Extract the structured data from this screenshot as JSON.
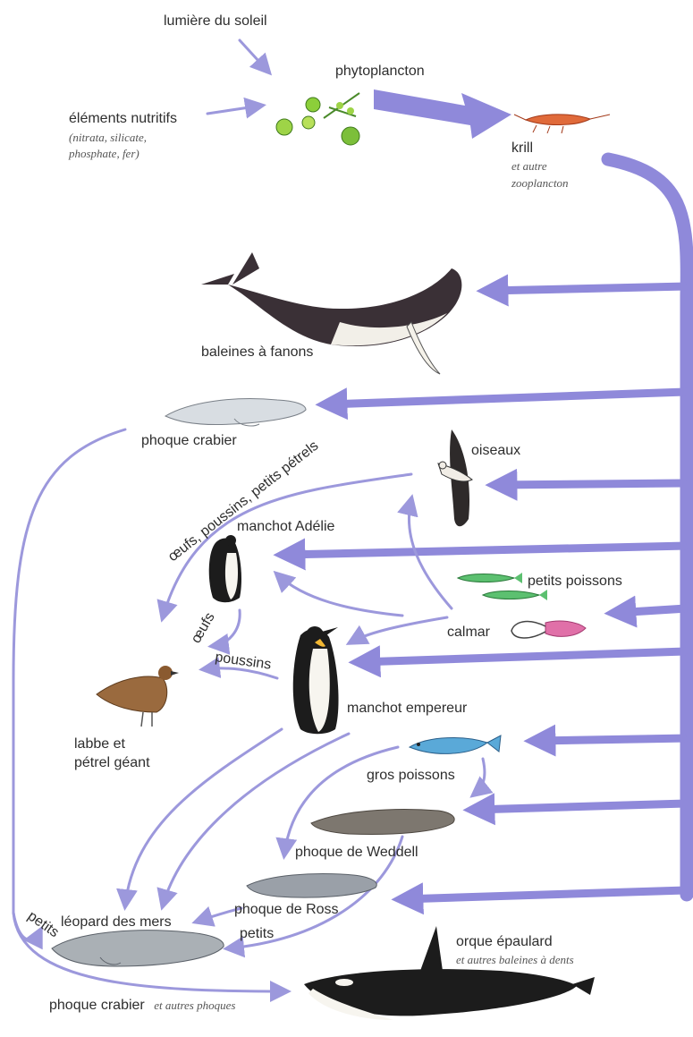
{
  "labels": {
    "sunlight": "lumière du soleil",
    "phytoplankton": "phytoplancton",
    "nutrients": "éléments nutritifs",
    "nutrients_detail_1": "(nitrata, silicate,",
    "nutrients_detail_2": "phosphate, fer)",
    "krill": "krill",
    "krill_detail_1": "et autre",
    "krill_detail_2": "zooplancton",
    "baleen_whales": "baleines à fanons",
    "crabeater_seal": "phoque crabier",
    "birds": "oiseaux",
    "eggs_chicks_petrels": "œufs, poussins, petits pétrels",
    "adelie_penguin": "manchot Adélie",
    "small_fish": "petits poissons",
    "squid": "calmar",
    "eggs": "œufs",
    "chicks": "poussins",
    "emperor_penguin": "manchot empereur",
    "skua_1": "labbe et",
    "skua_2": "pétrel géant",
    "large_fish": "gros poissons",
    "weddell_seal": "phoque de Weddell",
    "ross_seal": "phoque de Ross",
    "young_1": "petits",
    "young_2": "petits",
    "leopard_seal": "léopard des mers",
    "orca": "orque épaulard",
    "orca_detail": "et autres baleines à dents",
    "crabeater_others": "phoque crabier",
    "crabeater_others_detail": "et autres phoques"
  },
  "colors": {
    "arrow": "#8f89da",
    "thin_arrow": "#9c98dc",
    "phytoplankton": "#8ccf3a",
    "krill": "#d4502a",
    "whale": "#3a3036",
    "small_fish": "#5cc070",
    "large_fish": "#5aa9d8",
    "squid": "#e070a8",
    "skua": "#9a6a3e"
  }
}
